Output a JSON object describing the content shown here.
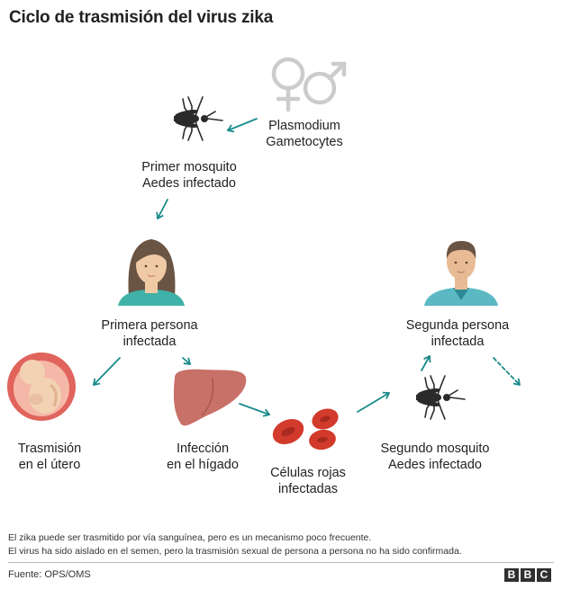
{
  "title": "Ciclo de trasmisión del virus zika",
  "nodes": {
    "gametocytes": {
      "line1": "Plasmodium",
      "line2": "Gametocytes"
    },
    "mosquito1": {
      "line1": "Primer mosquito",
      "line2": "Aedes infectado"
    },
    "person1": {
      "line1": "Primera persona",
      "line2": "infectada"
    },
    "person2": {
      "line1": "Segunda persona",
      "line2": "infectada"
    },
    "uterus": {
      "line1": "Trasmisión",
      "line2": "en el útero"
    },
    "liver": {
      "line1": "Infección",
      "line2": "en el hígado"
    },
    "cells": {
      "line1": "Células rojas",
      "line2": "infectadas"
    },
    "mosquito2": {
      "line1": "Segundo mosquito",
      "line2": "Aedes infectado"
    }
  },
  "notes": [
    "El zika puede ser trasmitido por vía sanguínea, pero es un mecanismo poco frecuente.",
    "El virus ha sido aislado en el semen, pero la trasmisión sexual de persona a persona no ha sido confirmada."
  ],
  "source": "Fuente: OPS/OMS",
  "logo": [
    "B",
    "B",
    "C"
  ],
  "colors": {
    "arrow": "#1a8a8a",
    "organ": "#c87169",
    "cells": "#d23a2c",
    "icon_gray": "#cccccc",
    "insect": "#2a2a2a"
  },
  "icons": [
    "gender-symbols-icon",
    "mosquito-icon",
    "woman-icon",
    "man-icon",
    "fetus-icon",
    "liver-icon",
    "red-cells-icon"
  ]
}
